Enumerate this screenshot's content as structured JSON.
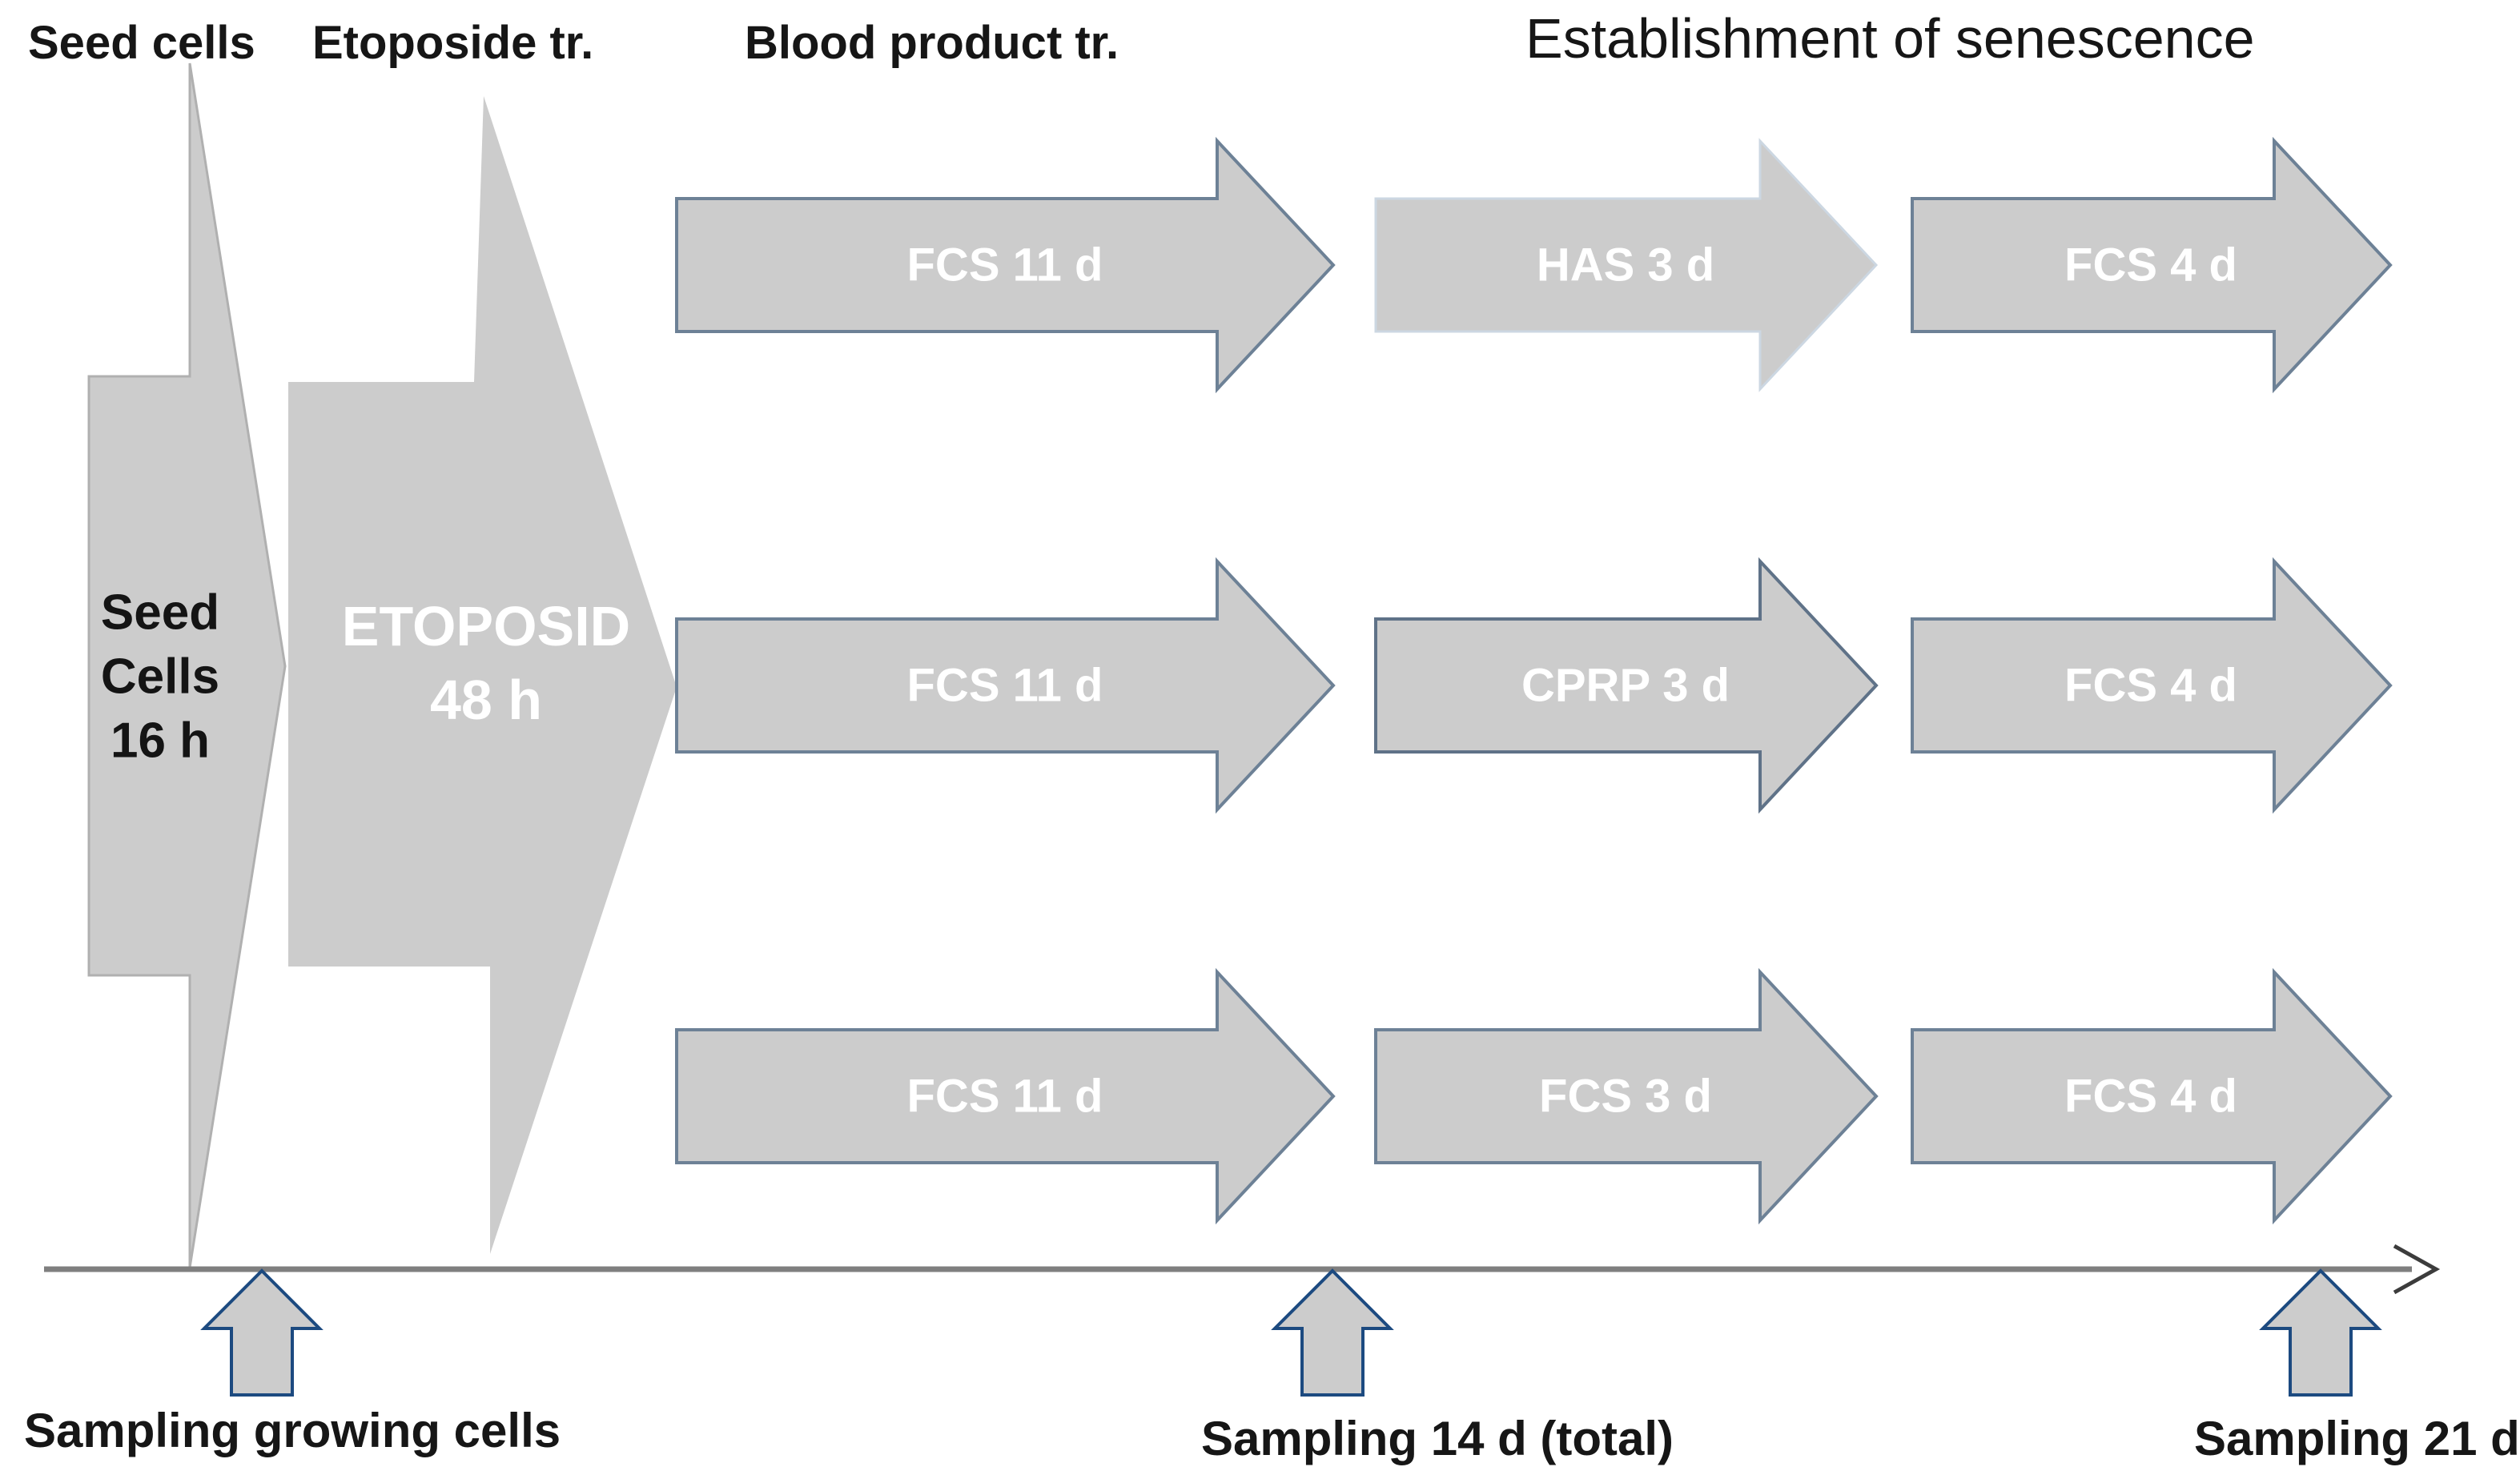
{
  "header": {
    "seed_cells": "Seed cells",
    "etoposide": "Etoposide tr.",
    "blood_product": "Blood product tr.",
    "establishment": "Establishment of senescence"
  },
  "seed_shape": {
    "label_lines": [
      "Seed",
      "Cells",
      "16 h"
    ]
  },
  "etoposide_arrow": {
    "label_lines": [
      "ETOPOSID",
      "48 h"
    ]
  },
  "rows": [
    {
      "steps": [
        {
          "label": "FCS 11 d",
          "color": "#a6a6a6"
        },
        {
          "label": "HAS 3 d",
          "color": "#fd0000"
        },
        {
          "label": "FCS 4 d",
          "color": "#a6a6a6"
        }
      ]
    },
    {
      "steps": [
        {
          "label": "FCS 11 d",
          "color": "#a6a6a6"
        },
        {
          "label": "CPRP 3 d",
          "color": "#0d0d0d"
        },
        {
          "label": "FCS 4 d",
          "color": "#a6a6a6"
        }
      ]
    },
    {
      "steps": [
        {
          "label": "FCS 11 d",
          "color": "#a6a6a6"
        },
        {
          "label": "FCS 3 d",
          "color": "#a6a6a6"
        },
        {
          "label": "FCS 4 d",
          "color": "#a6a6a6"
        }
      ]
    }
  ],
  "timeline": {
    "sampling_points": [
      {
        "label": "Sampling growing cells"
      },
      {
        "label": "Sampling 14 d (total)"
      },
      {
        "label": "Sampling 21 d"
      }
    ]
  },
  "colors": {
    "etoposide_blue": "#2c9cd7",
    "sampling_blue": "#2e6fc4",
    "gray": "#a6a6a6",
    "red": "#fd0000",
    "black": "#0d0d0d",
    "white": "#ffffff",
    "timeline_gray": "#7f7f7f"
  }
}
